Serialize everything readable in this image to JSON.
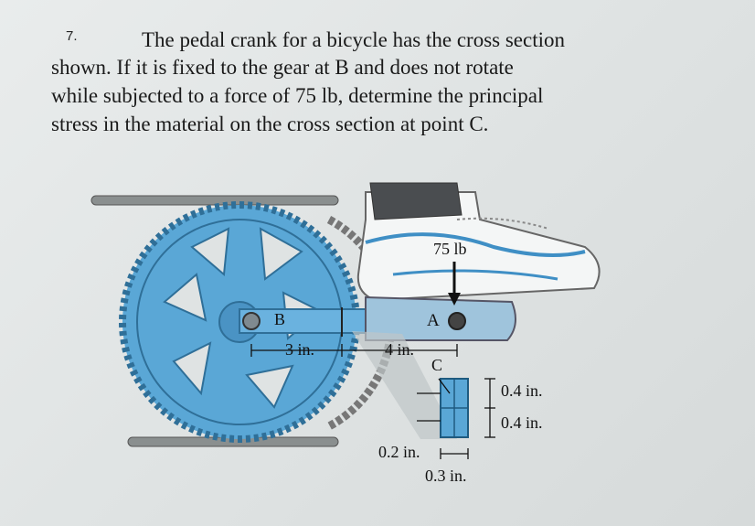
{
  "problem": {
    "number": "7.",
    "lines": [
      "The pedal crank for a bicycle has the cross section",
      "shown. If it is fixed to the gear at B and does not rotate",
      "while subjected to a force of 75 lb, determine the principal",
      "stress in the material on the cross section at point C."
    ]
  },
  "figure": {
    "force_label": "75 lb",
    "point_a": "A",
    "point_b": "B",
    "point_c": "C",
    "dim_3in": "3 in.",
    "dim_4in": "4 in.",
    "dim_04_top": "0.4 in.",
    "dim_04_bottom": "0.4 in.",
    "dim_02": "0.2 in.",
    "dim_03": "0.3 in."
  },
  "colors": {
    "gear_blue": "#5aa7d6",
    "crank_blue": "#6ab2df",
    "chain_gray": "#8a8f8f"
  }
}
